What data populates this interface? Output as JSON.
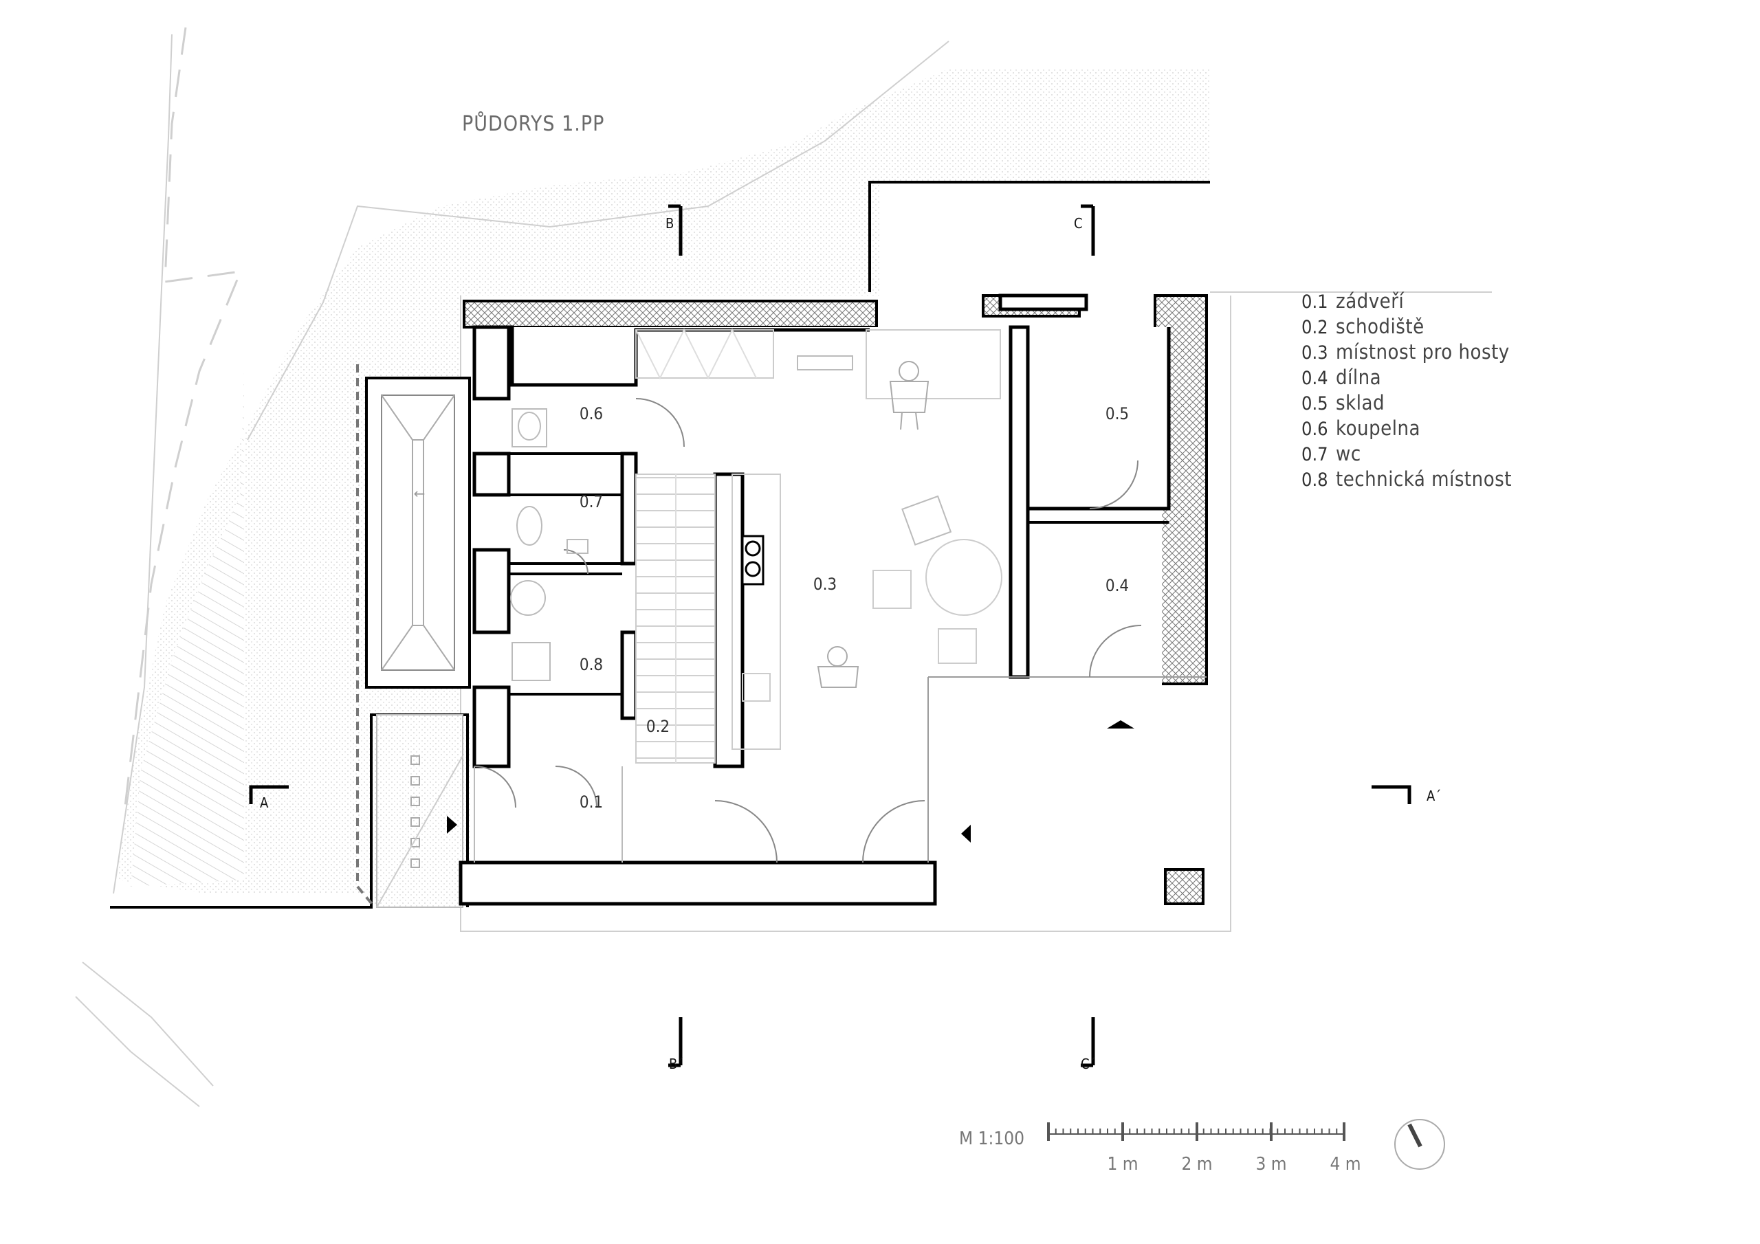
{
  "title": "PŮDORYS 1.PP",
  "rooms": [
    {
      "num": "0.1",
      "name": "zádveří"
    },
    {
      "num": "0.2",
      "name": "schodiště"
    },
    {
      "num": "0.3",
      "name": "místnost pro hosty"
    },
    {
      "num": "0.4",
      "name": "dílna"
    },
    {
      "num": "0.5",
      "name": "sklad"
    },
    {
      "num": "0.6",
      "name": "koupelna"
    },
    {
      "num": "0.7",
      "name": "wc"
    },
    {
      "num": "0.8",
      "name": "technická místnost"
    }
  ],
  "sections": {
    "a": "A",
    "a_prime": "A´",
    "b": "B",
    "b_prime": "B´",
    "c": "C",
    "c_prime": "C´"
  },
  "scale": {
    "label": "M 1:100",
    "ticks": [
      "1 m",
      "2 m",
      "3 m",
      "4 m"
    ]
  },
  "colors": {
    "wall": "#000000",
    "terrain": "#d9d9d9",
    "text": "#333333"
  }
}
